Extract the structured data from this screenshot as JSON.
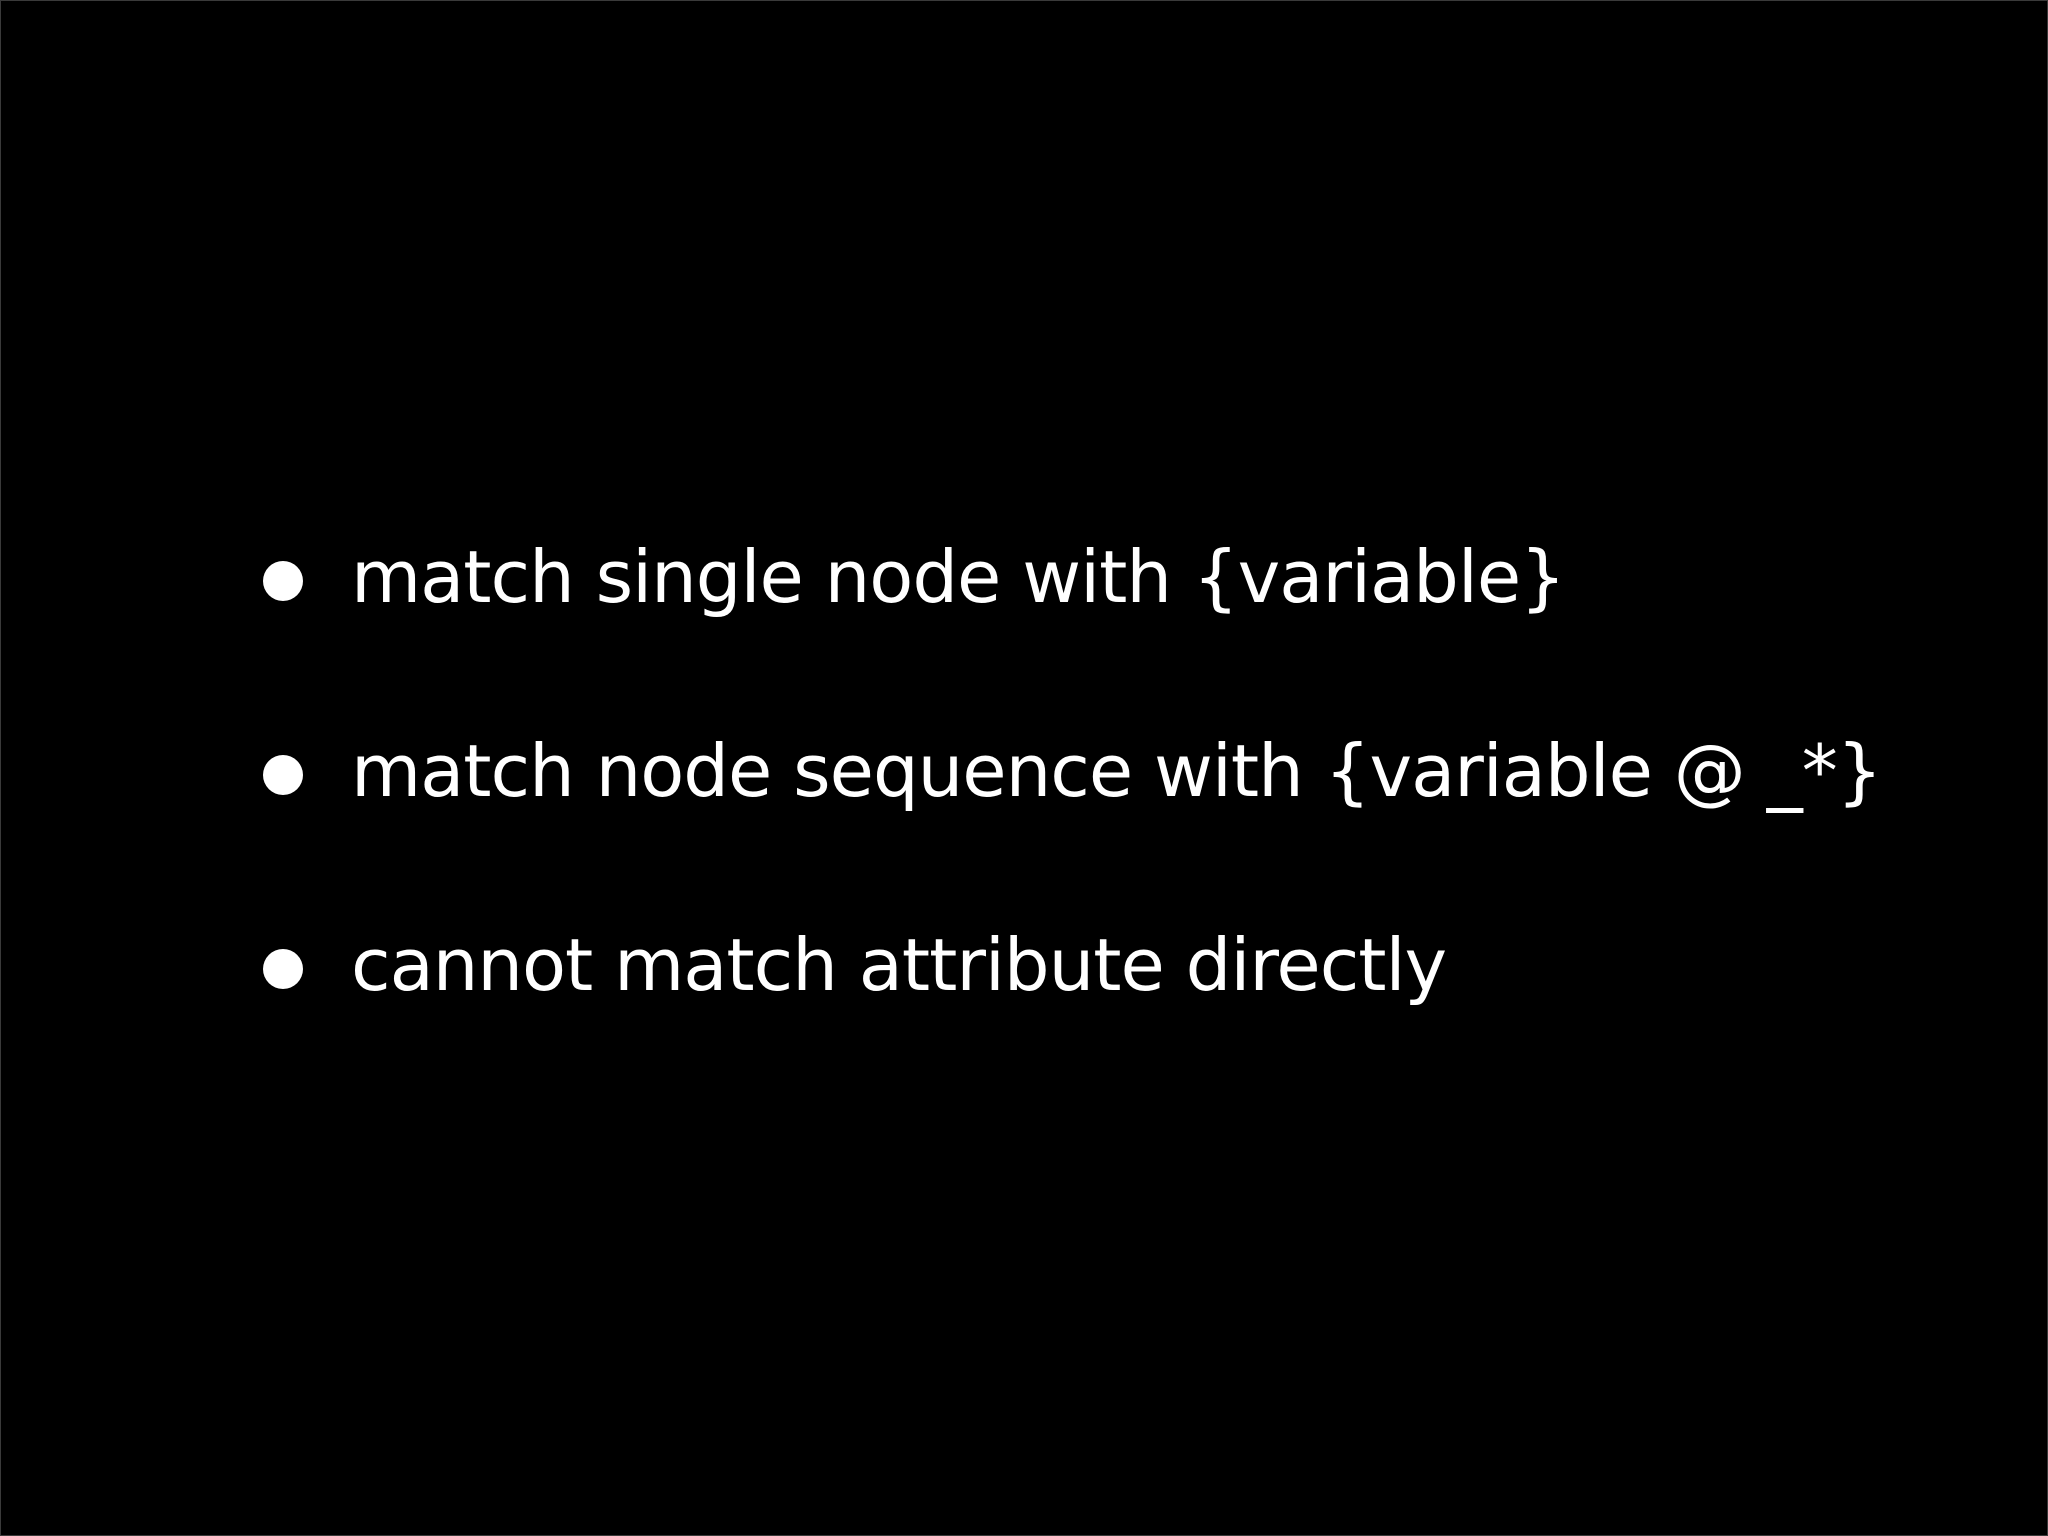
{
  "slide": {
    "background": "#000000",
    "text_color": "#ffffff",
    "bullets": [
      {
        "text": "match single node with {variable}"
      },
      {
        "text": "match node sequence with {variable @ _*}"
      },
      {
        "text": "cannot match attribute directly"
      }
    ]
  }
}
